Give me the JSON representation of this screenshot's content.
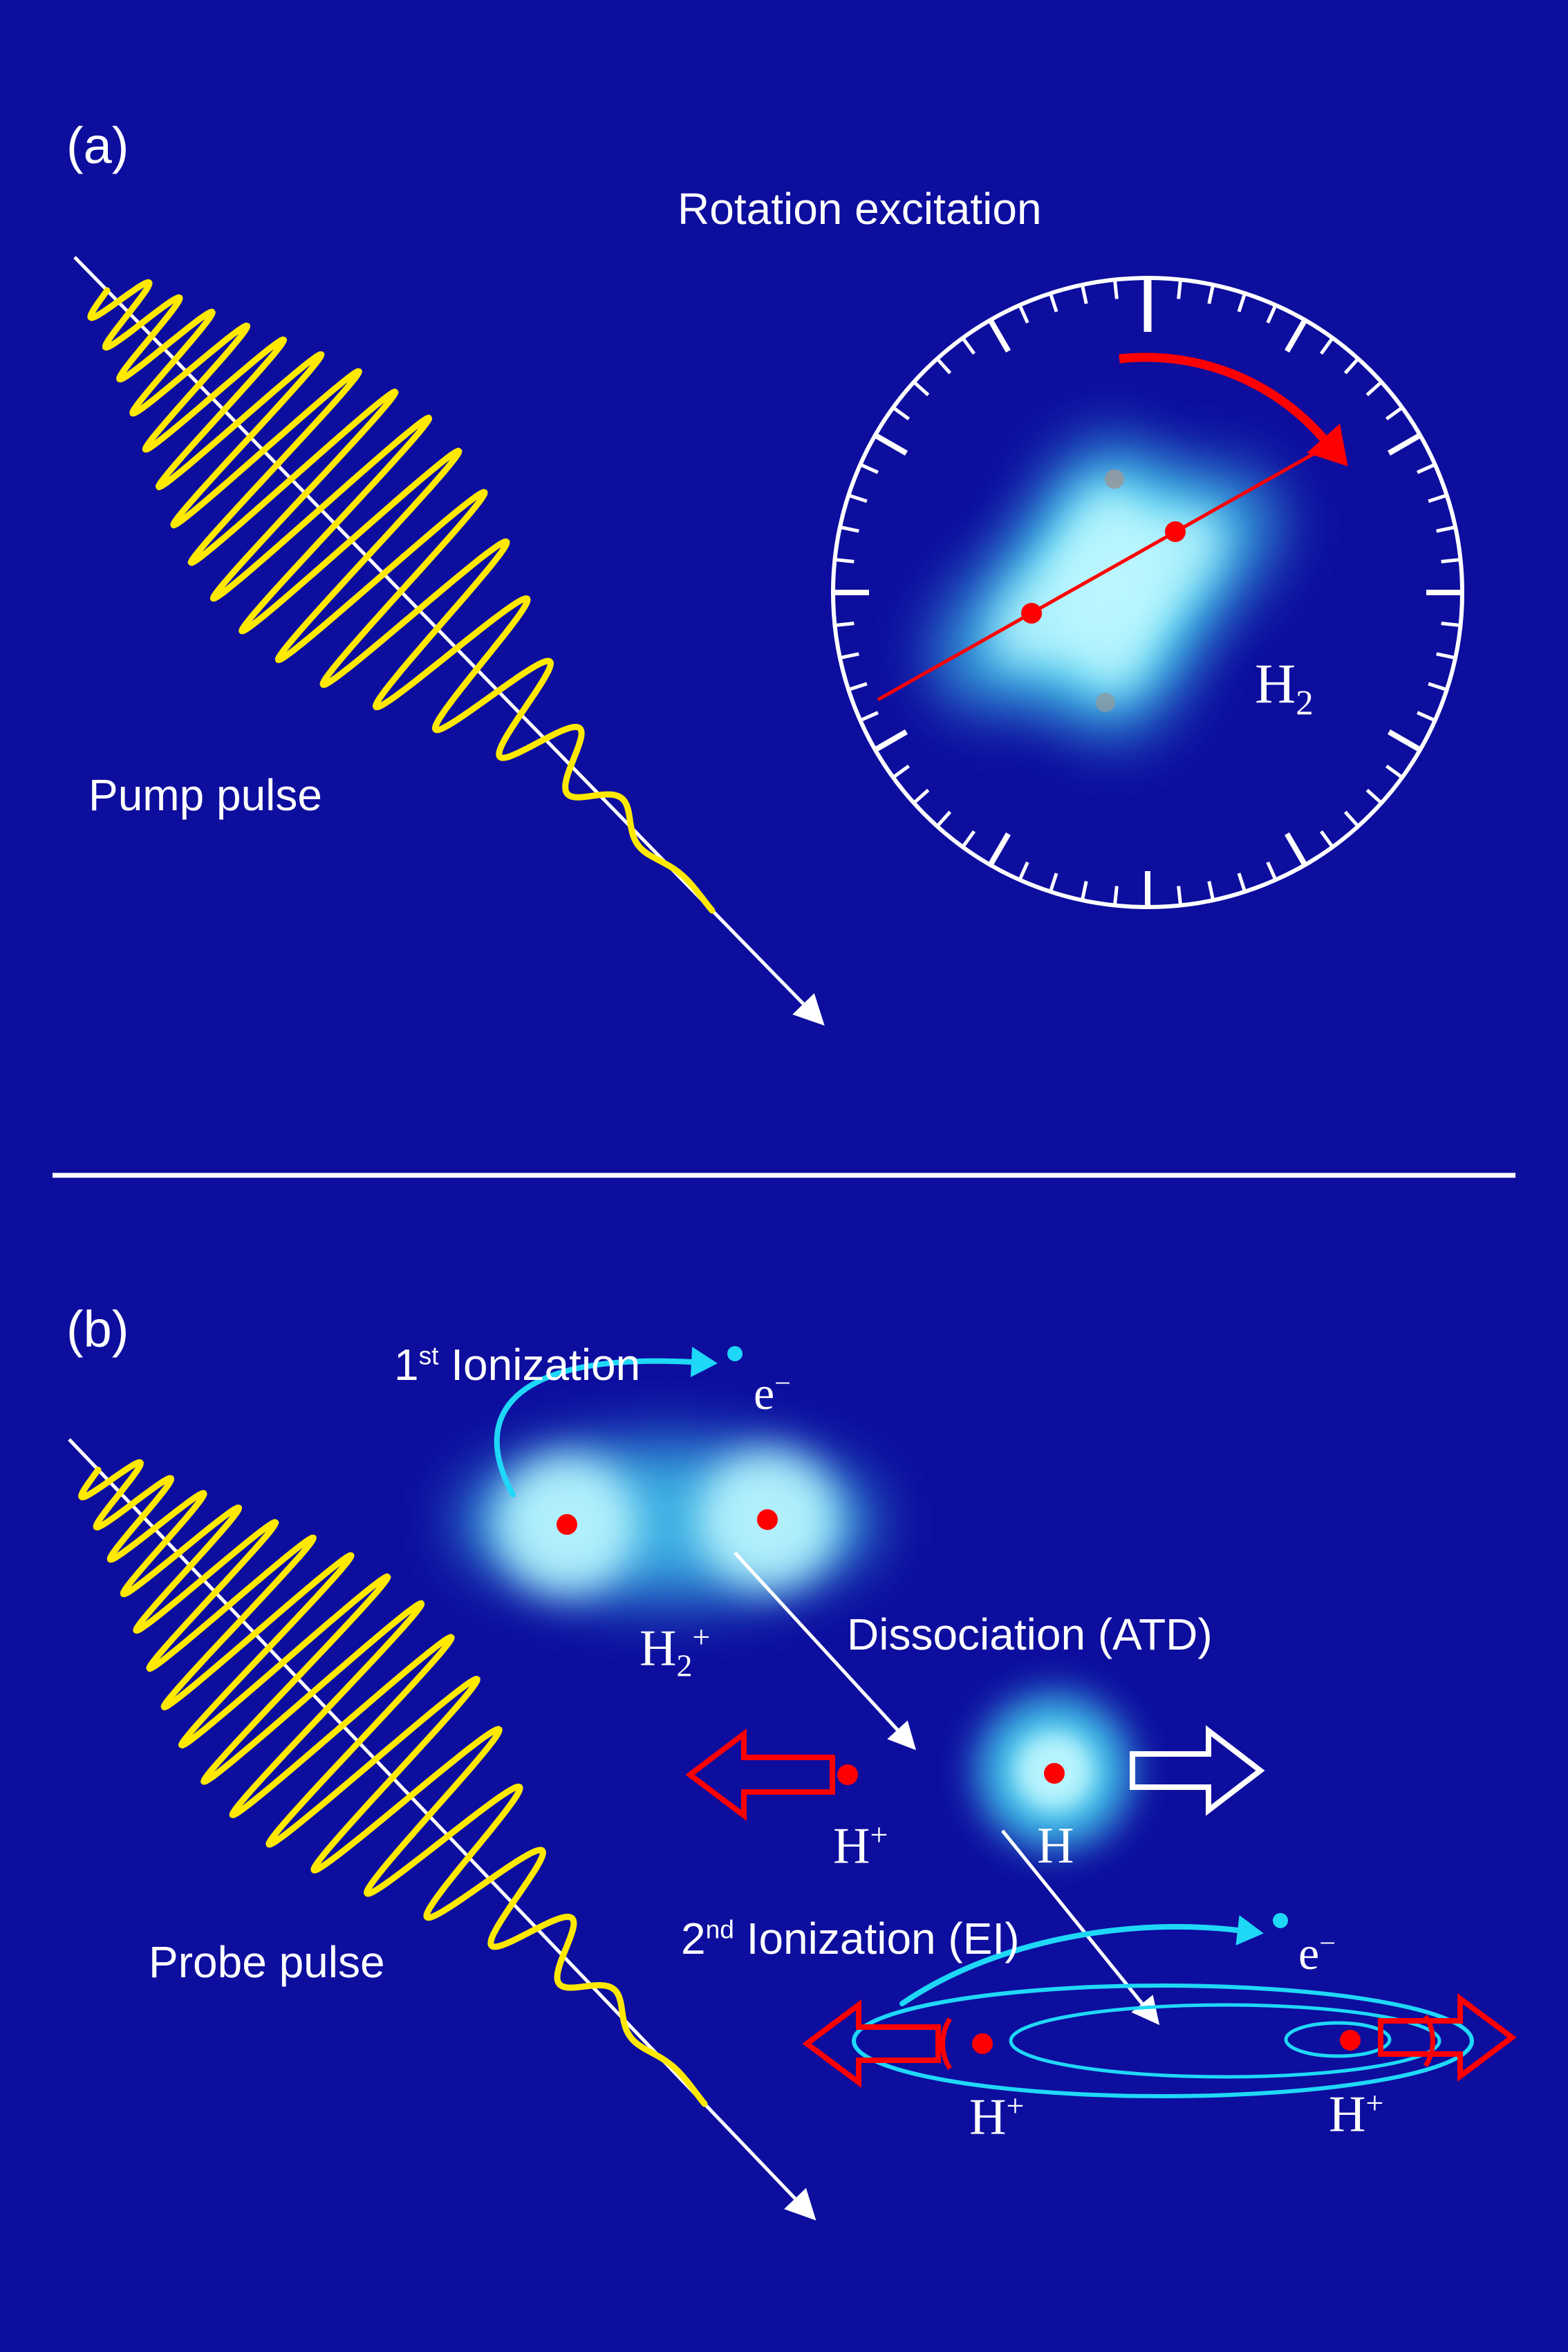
{
  "colors": {
    "background": "#0d0d9e",
    "pulse_yellow": "#ffe900",
    "white": "#ffffff",
    "cyan": "#1fd8f8",
    "cyan_glow": "#49ddf6",
    "cyan_core": "#bef7ff",
    "red": "#ff0000",
    "gray": "#929a9e"
  },
  "panel_a": {
    "label": "(a)",
    "title": "Rotation excitation",
    "pump_pulse": "Pump pulse",
    "molecule": {
      "base": "H",
      "sub": "2"
    }
  },
  "panel_b": {
    "label": "(b)",
    "probe_pulse": "Probe pulse",
    "first_ionization": {
      "num": "1",
      "ord": "st",
      "rest": " Ionization"
    },
    "electron_1": {
      "base": "e",
      "sup": "−"
    },
    "h2_plus": {
      "base": "H",
      "sub": "2",
      "sup": "+"
    },
    "dissociation": "Dissociation (ATD)",
    "h_plus_mid": {
      "base": "H",
      "sup": "+"
    },
    "h_atom": "H",
    "second_ionization": {
      "num": "2",
      "ord": "nd",
      "rest": " Ionization (EI)"
    },
    "electron_2": {
      "base": "e",
      "sup": "−"
    },
    "h_plus_left": {
      "base": "H",
      "sup": "+"
    },
    "h_plus_right": {
      "base": "H",
      "sup": "+"
    }
  }
}
